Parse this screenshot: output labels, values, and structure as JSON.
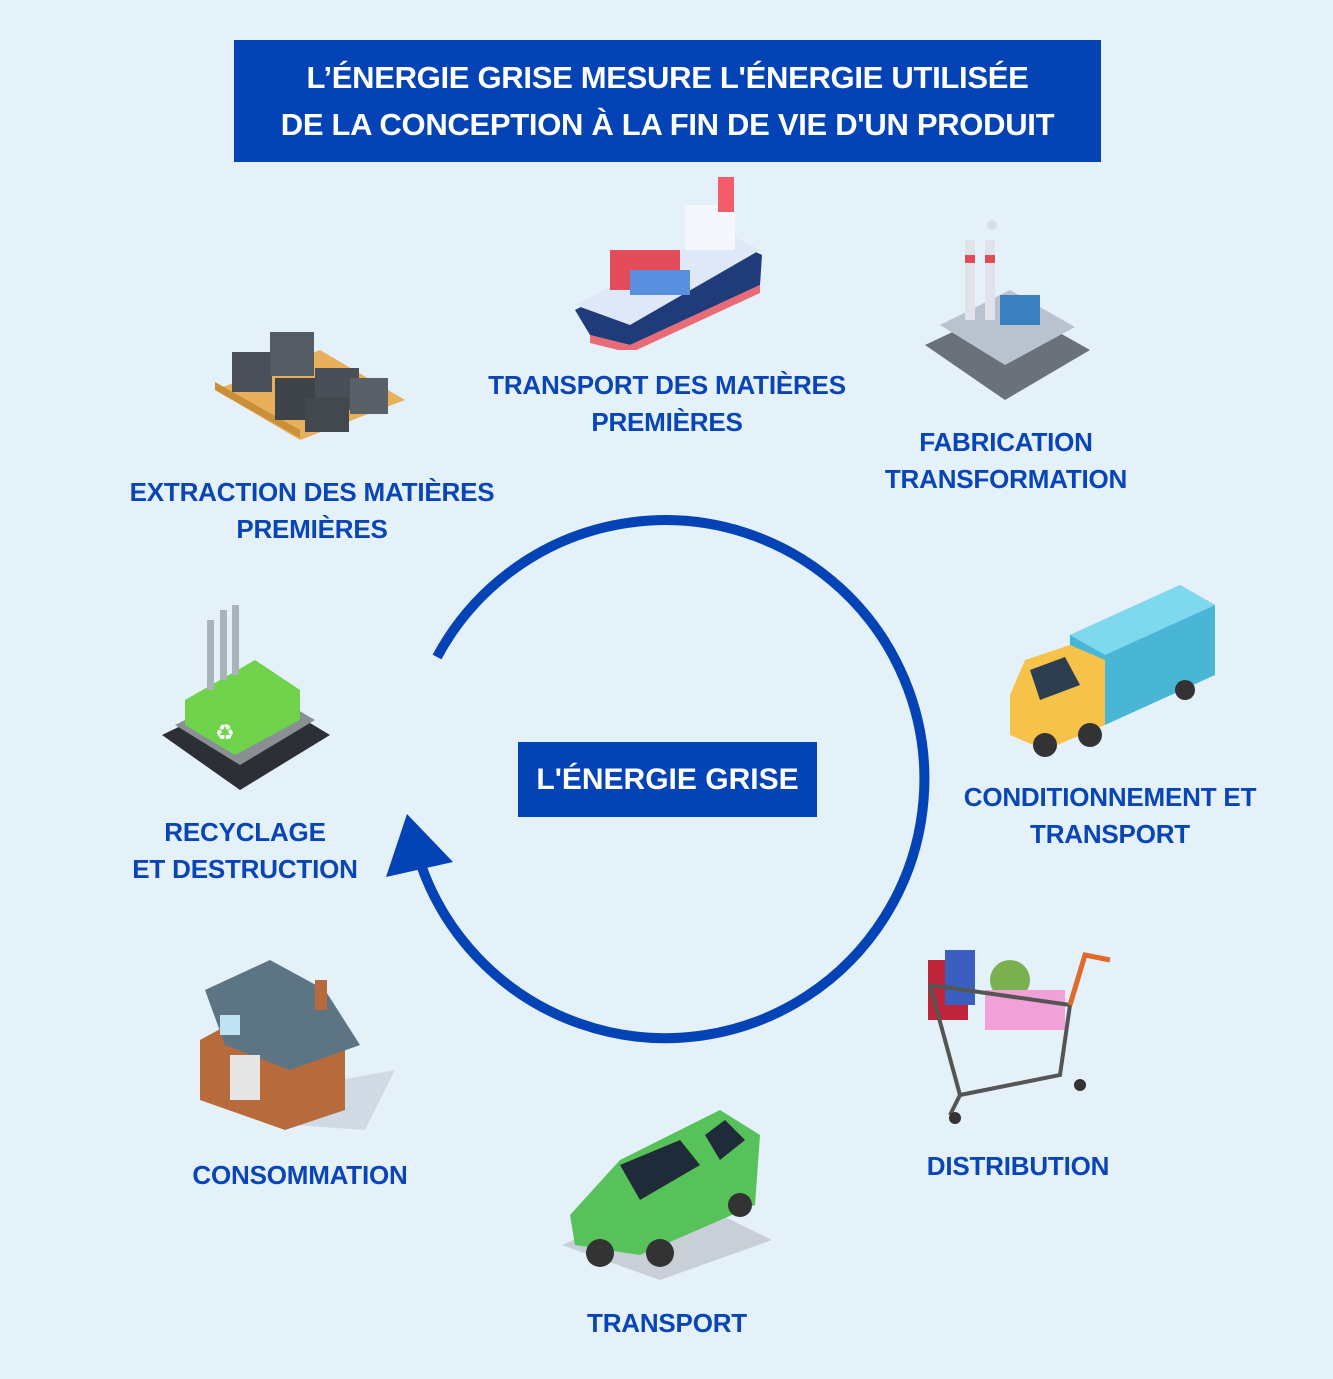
{
  "header": {
    "line1": "L’ÉNERGIE GRISE MESURE L'ÉNERGIE UTILISÉE",
    "line2": "DE LA CONCEPTION À LA FIN DE VIE D'UN PRODUIT"
  },
  "center": {
    "label": "L'ÉNERGIE GRISE"
  },
  "steps": [
    {
      "icon": "ore-blocks-icon",
      "lines": [
        "EXTRACTION DES MATIÈRES",
        "PREMIÈRES"
      ]
    },
    {
      "icon": "cargo-ship-icon",
      "lines": [
        "TRANSPORT DES MATIÈRES",
        "PREMIÈRES"
      ]
    },
    {
      "icon": "factory-icon",
      "lines": [
        "FABRICATION",
        "TRANSFORMATION"
      ]
    },
    {
      "icon": "truck-icon",
      "lines": [
        "CONDITIONNEMENT ET",
        "TRANSPORT"
      ]
    },
    {
      "icon": "shopping-cart-icon",
      "lines": [
        "DISTRIBUTION"
      ]
    },
    {
      "icon": "car-icon",
      "lines": [
        "TRANSPORT"
      ]
    },
    {
      "icon": "house-icon",
      "lines": [
        "CONSOMMATION"
      ]
    },
    {
      "icon": "recycling-plant-icon",
      "lines": [
        "RECYCLAGE",
        "ET DESTRUCTION"
      ]
    }
  ],
  "colors": {
    "accent": "#0443b5",
    "background": "#e4f1f9",
    "label": "#0a45b8"
  }
}
